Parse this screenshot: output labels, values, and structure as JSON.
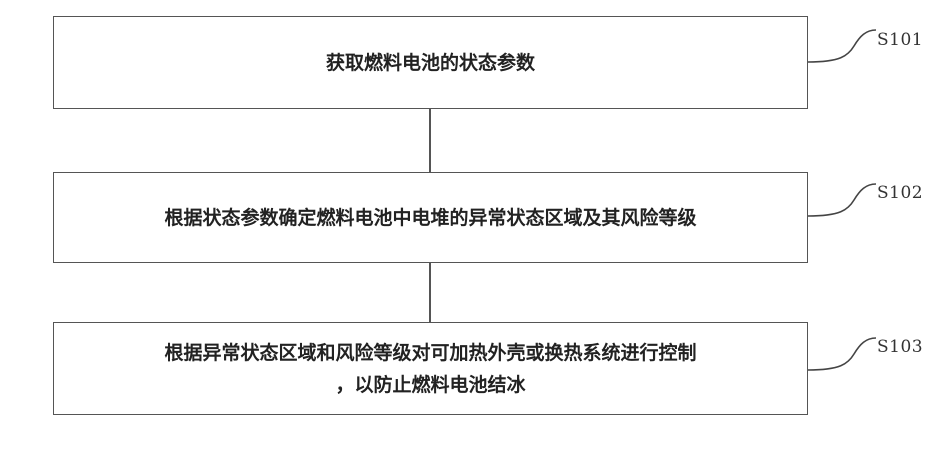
{
  "steps": [
    {
      "id": "S101",
      "text": "获取燃料电池的状态参数",
      "text_line2": ""
    },
    {
      "id": "S102",
      "text": "根据状态参数确定燃料电池中电堆的异常状态区域及其风险等级",
      "text_line2": ""
    },
    {
      "id": "S103",
      "text": "根据异常状态区域和风险等级对可加热外壳或换热系统进行控制",
      "text_line2": "，以防止燃料电池结冰"
    }
  ]
}
